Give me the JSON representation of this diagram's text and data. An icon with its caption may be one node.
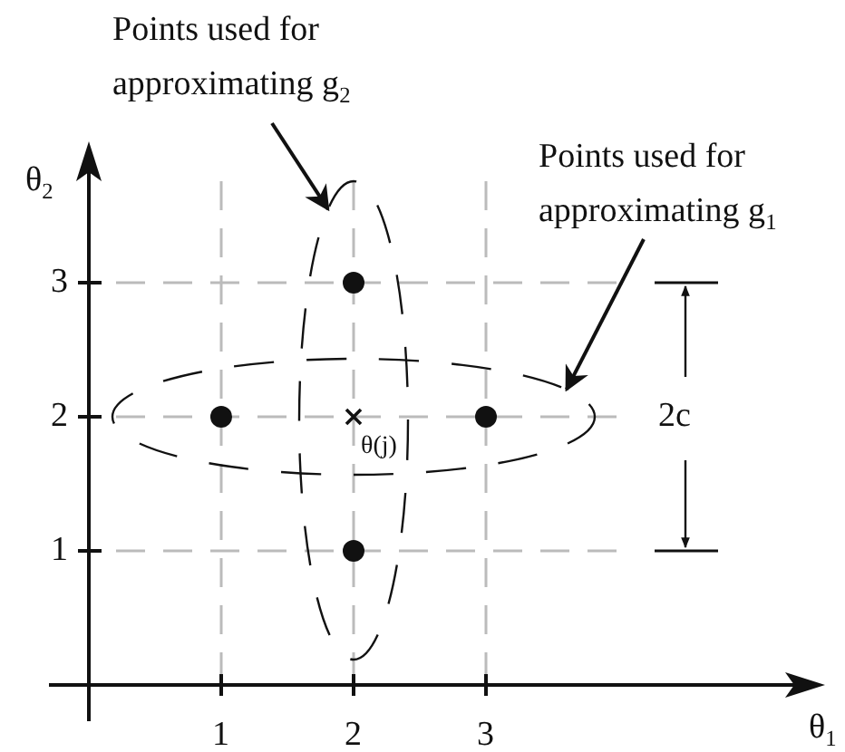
{
  "diagram": {
    "nodes": [
      {
        "text": [
          "Points used for approximating g$_{2}$"
        ]
      },
      {
        "text": [],
        "shape": "ellipse"
      },
      {
        "text": [
          "Points used for approximating g$_{1}$"
        ]
      },
      {
        "text": [],
        "shape": "ellipse"
      }
    ],
    "edges": [
      {
        "from": 0,
        "to": 1,
        "arrow": "to"
      },
      {
        "from": 2,
        "to": 3,
        "arrow": "to"
      }
    ],
    "labels": [
      "θ$_{2}$",
      "3",
      "2",
      "θ(j)",
      "2c",
      "1",
      "1",
      "2",
      "3",
      "θ$_{1}$"
    ]
  }
}
